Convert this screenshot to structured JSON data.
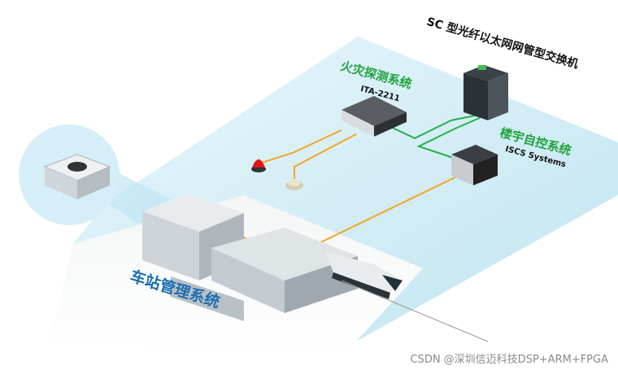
{
  "labels": {
    "switch_title": "SC 型光纤以太网网管型交换机",
    "fire_system": "火灾探测系统",
    "fire_model": "ITA-2211",
    "building_system": "楼宇自控系统",
    "building_model": "ISCS Systems",
    "station": "车站管理系统"
  },
  "watermark": "CSDN @深圳信迈科技DSP+ARM+FPGA",
  "colors": {
    "plane": "#cdeaf4",
    "fiber_green": "#27b04a",
    "cable_orange": "#f5a623",
    "label_green": "#1fa33b",
    "label_blue": "#1b6fb0"
  }
}
